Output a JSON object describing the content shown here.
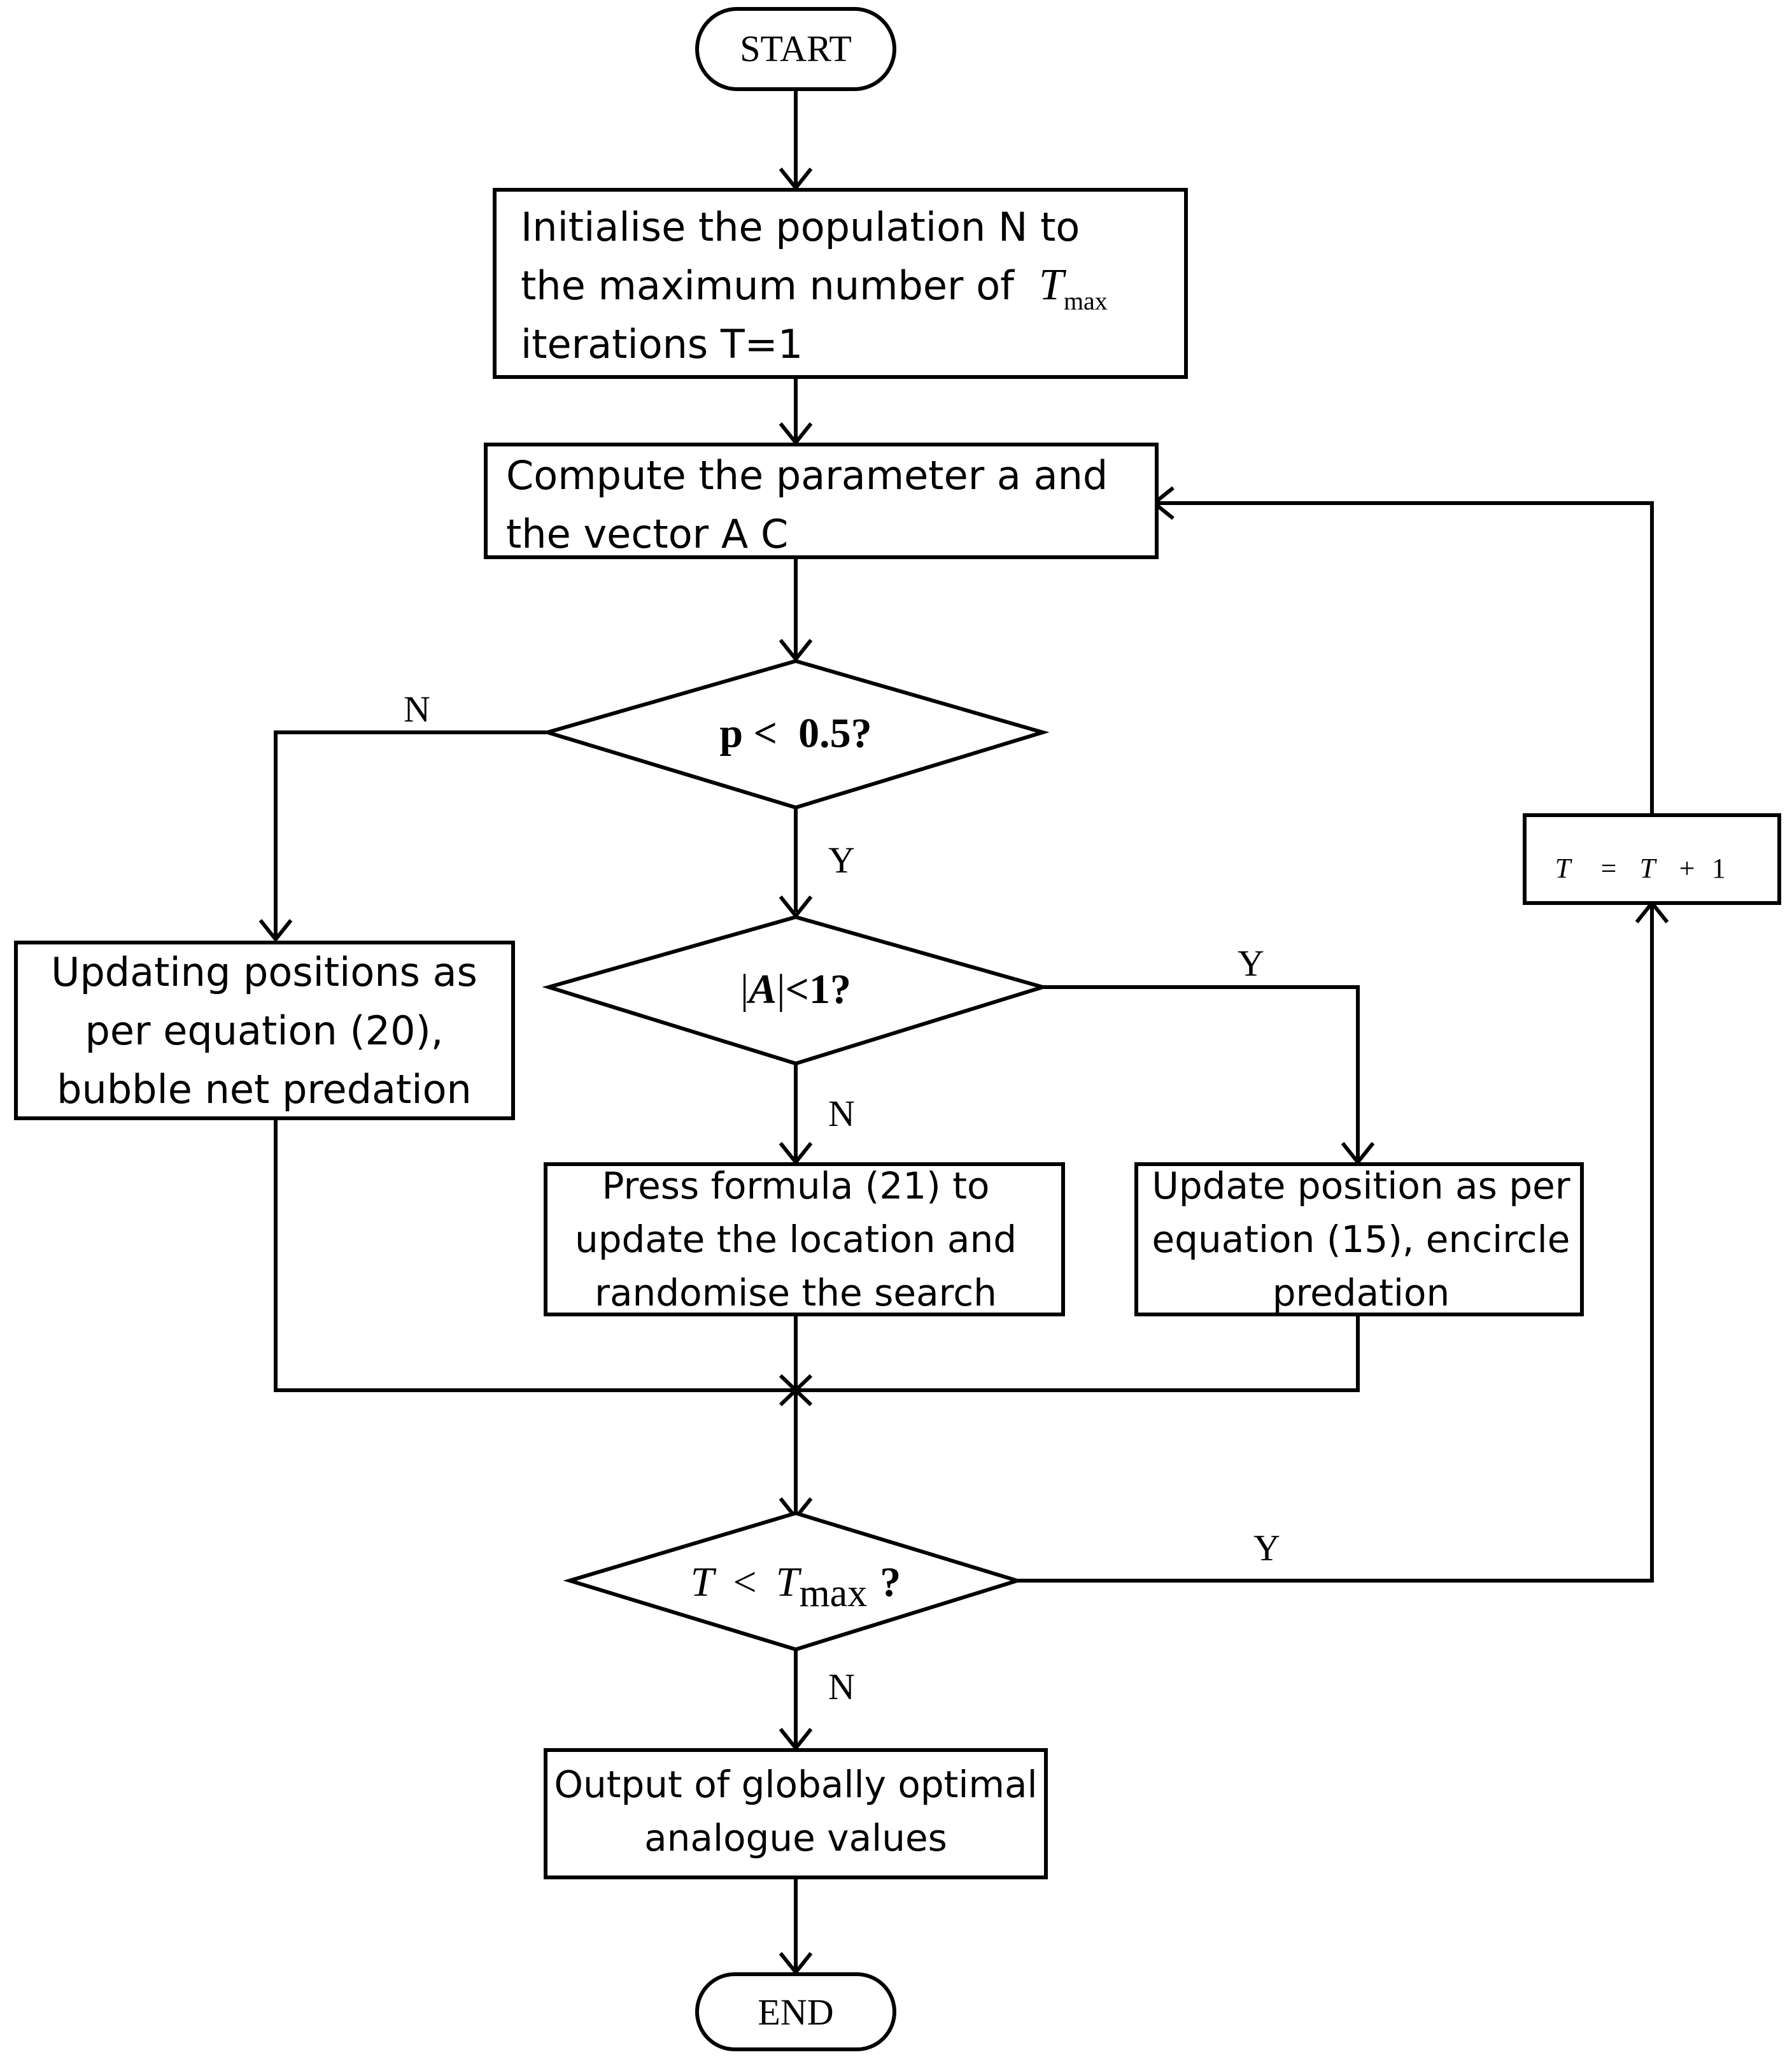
{
  "nodes": {
    "start": {
      "label": "START"
    },
    "init": {
      "lines": [
        "Initialise the population N to",
        "the maximum number of",
        "iterations T=1"
      ],
      "tmax_symbol": "T",
      "tmax_subscript": "max"
    },
    "compute": {
      "lines": [
        "Compute the parameter a and",
        "the vector A C"
      ]
    },
    "decision_p": {
      "label": "p <  0.5?"
    },
    "decision_a": {
      "abs_open": "|",
      "symbol": "A",
      "abs_close": "|",
      "rest": "<1?"
    },
    "bubble": {
      "lines": [
        "Updating positions as",
        "per equation (20),",
        "bubble net predation"
      ]
    },
    "random": {
      "lines": [
        "Press formula (21) to",
        "update the location and",
        "randomise the search"
      ]
    },
    "encircle": {
      "lines": [
        "Update position as per",
        "equation (15), encircle",
        "predation"
      ]
    },
    "decision_t": {
      "t": "T",
      "lt": "<",
      "tmax": "T",
      "sub": "max",
      "q": "?"
    },
    "increment": {
      "t1": "T",
      "eq": "=",
      "t2": "T",
      "plus": "+",
      "one": "1"
    },
    "output": {
      "lines": [
        "Output of globally optimal",
        "analogue values"
      ]
    },
    "end": {
      "label": "END"
    }
  },
  "edge_labels": {
    "p_no": "N",
    "p_yes": "Y",
    "a_yes": "Y",
    "a_no": "N",
    "t_yes": "Y",
    "t_no": "N"
  }
}
